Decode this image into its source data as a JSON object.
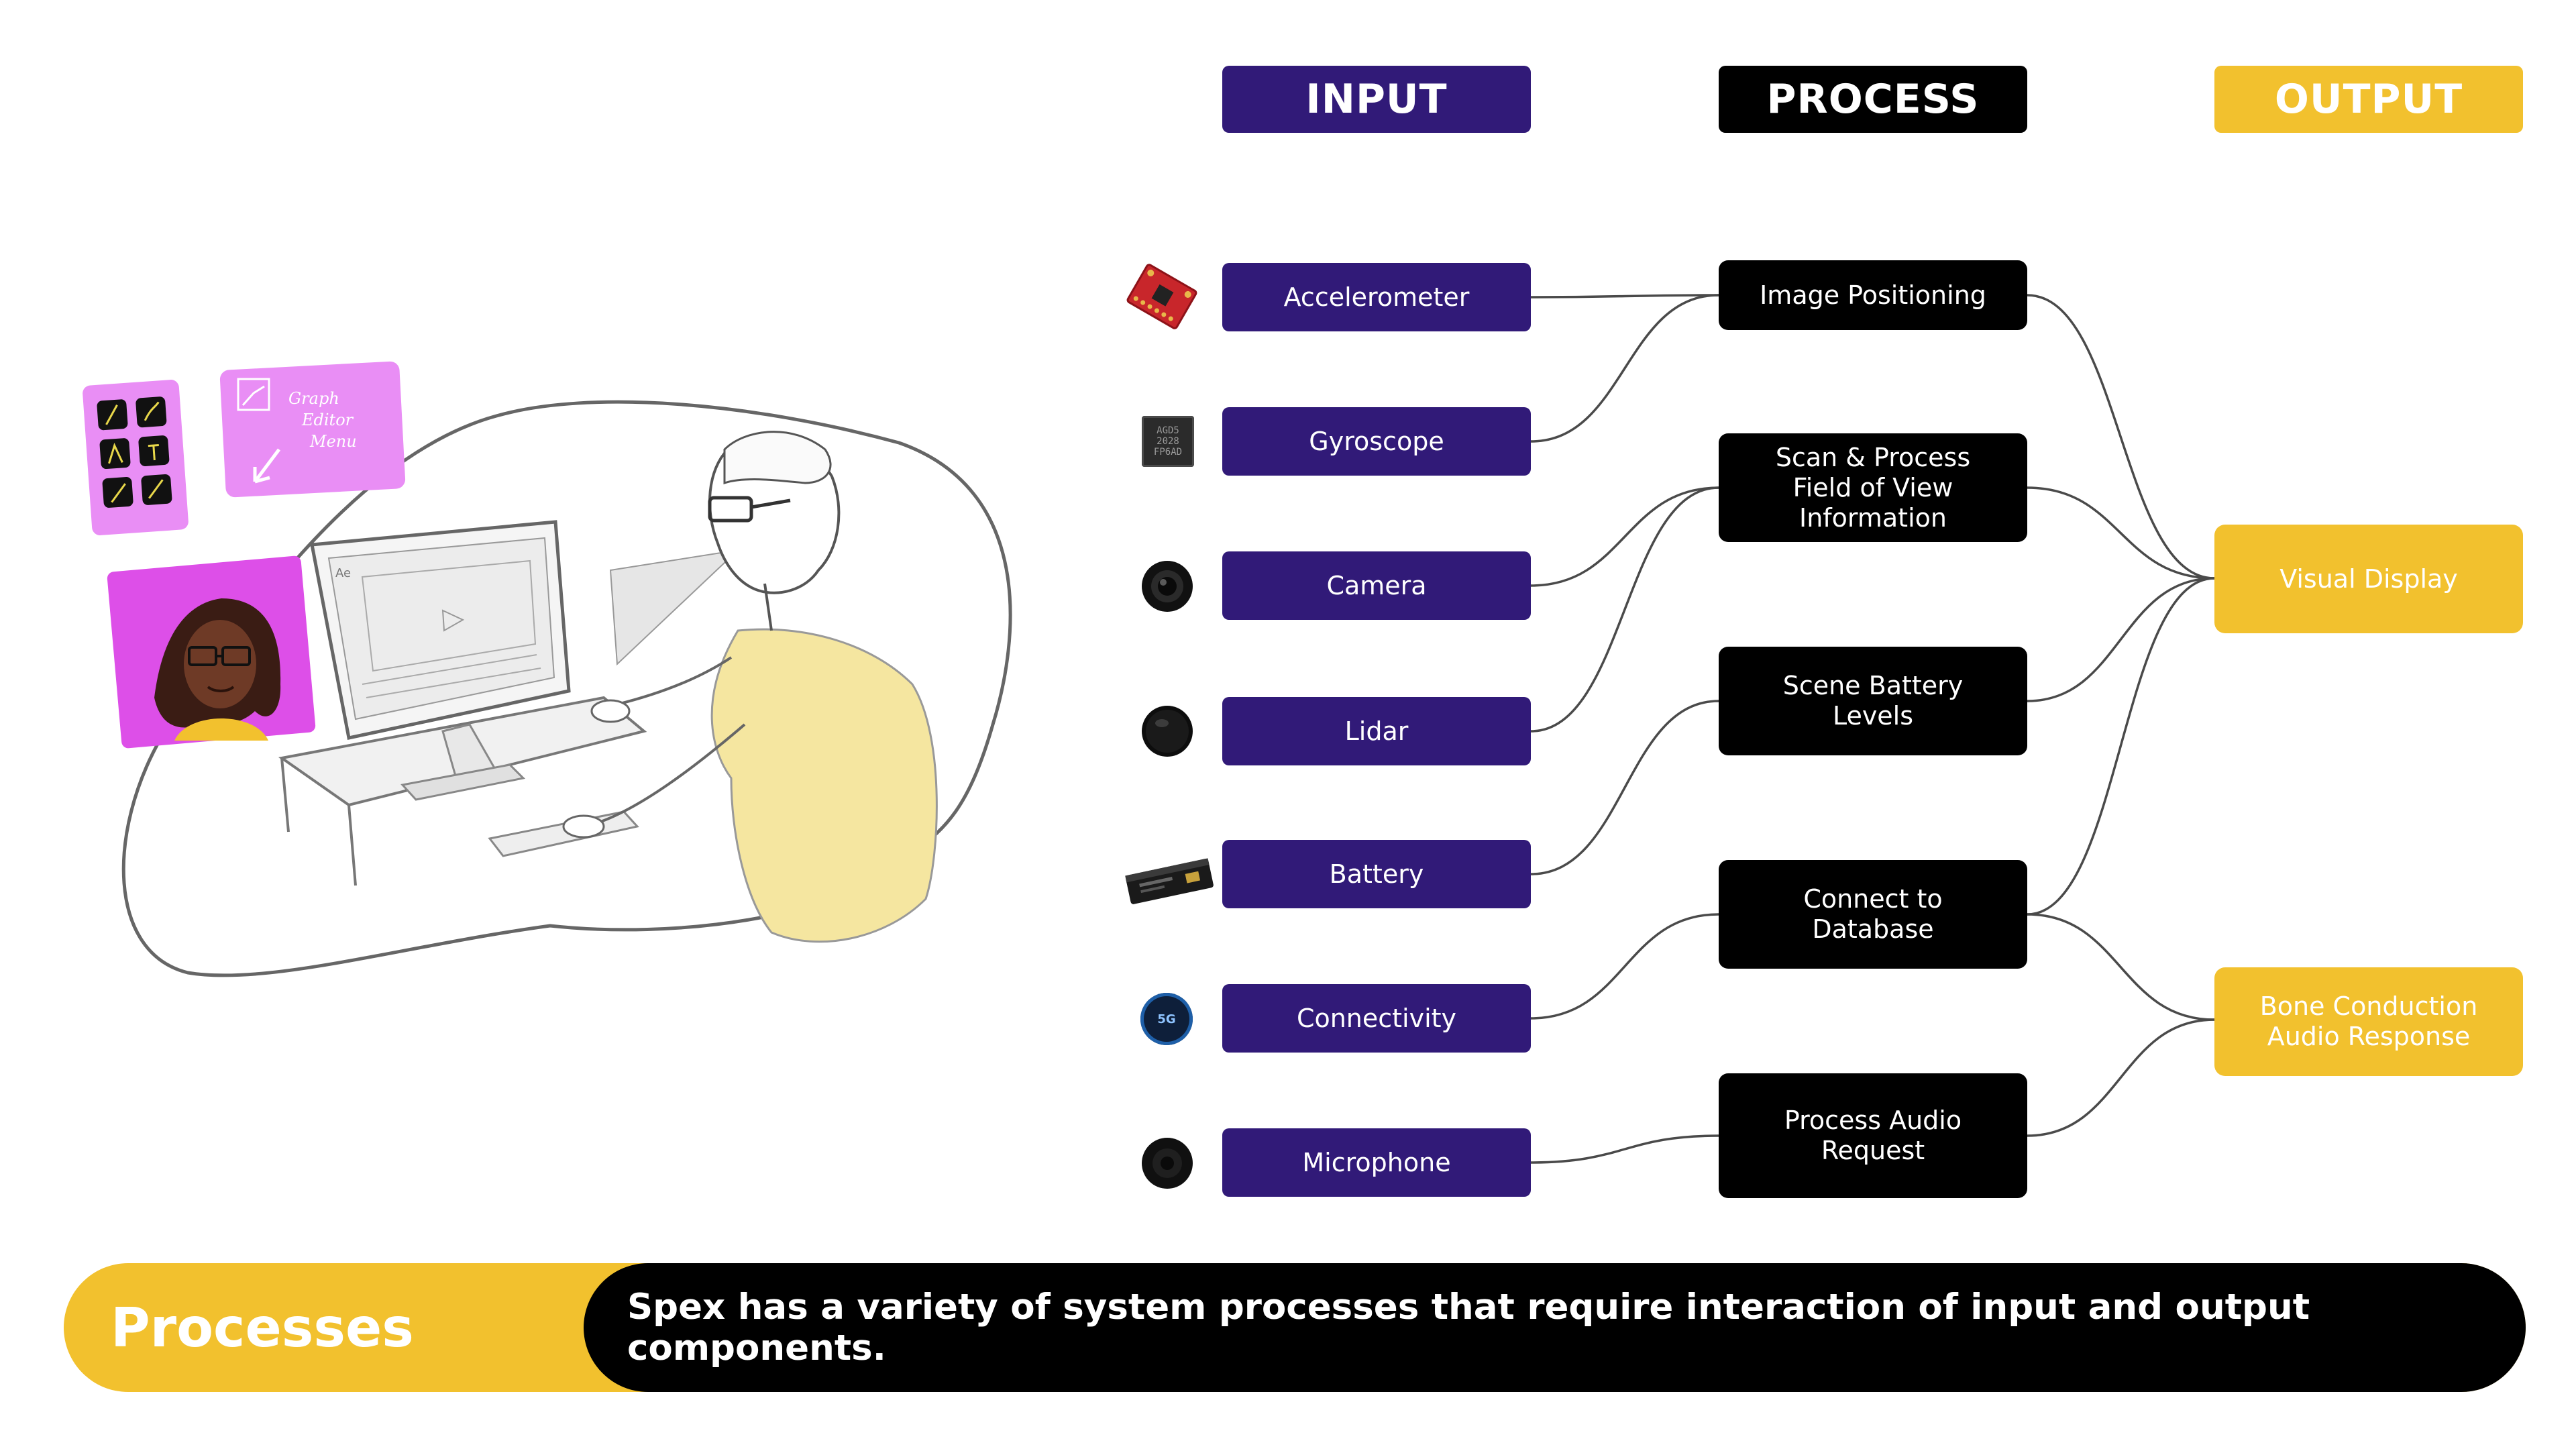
{
  "headers": {
    "input": "INPUT",
    "process": "PROCESS",
    "output": "OUTPUT"
  },
  "inputs": [
    {
      "label": "Accelerometer",
      "icon": "accelerometer-board-icon"
    },
    {
      "label": "Gyroscope",
      "icon": "gyroscope-chip-icon",
      "chip_text": "AGD5\n2028\nFP6AD"
    },
    {
      "label": "Camera",
      "icon": "camera-lens-icon"
    },
    {
      "label": "Lidar",
      "icon": "lidar-sensor-icon"
    },
    {
      "label": "Battery",
      "icon": "battery-icon"
    },
    {
      "label": "Connectivity",
      "icon": "connectivity-chip-icon",
      "chip_text": "5G"
    },
    {
      "label": "Microphone",
      "icon": "microphone-icon"
    }
  ],
  "processes": [
    {
      "label": "Image Positioning"
    },
    {
      "label": "Scan & Process\nField of View\nInformation"
    },
    {
      "label": "Scene Battery\nLevels"
    },
    {
      "label": "Connect to\nDatabase"
    },
    {
      "label": "Process Audio\nRequest"
    }
  ],
  "outputs": [
    {
      "label": "Visual Display"
    },
    {
      "label": "Bone Conduction\nAudio Response"
    }
  ],
  "illustration": {
    "graph_editor_note": "Graph\nEditor\nMenu",
    "monitor_app_label": "Ae"
  },
  "banner": {
    "title": "Processes",
    "text": "Spex has a variety of system processes that require interaction of input and output components."
  },
  "colors": {
    "input": "#311a78",
    "process": "#000000",
    "output": "#f2c12e",
    "connector": "#4a4a4a",
    "sticky_note": "#e98ef5",
    "avatar_bg": "#dd4fe8",
    "shirt": "#f5e6a0"
  }
}
